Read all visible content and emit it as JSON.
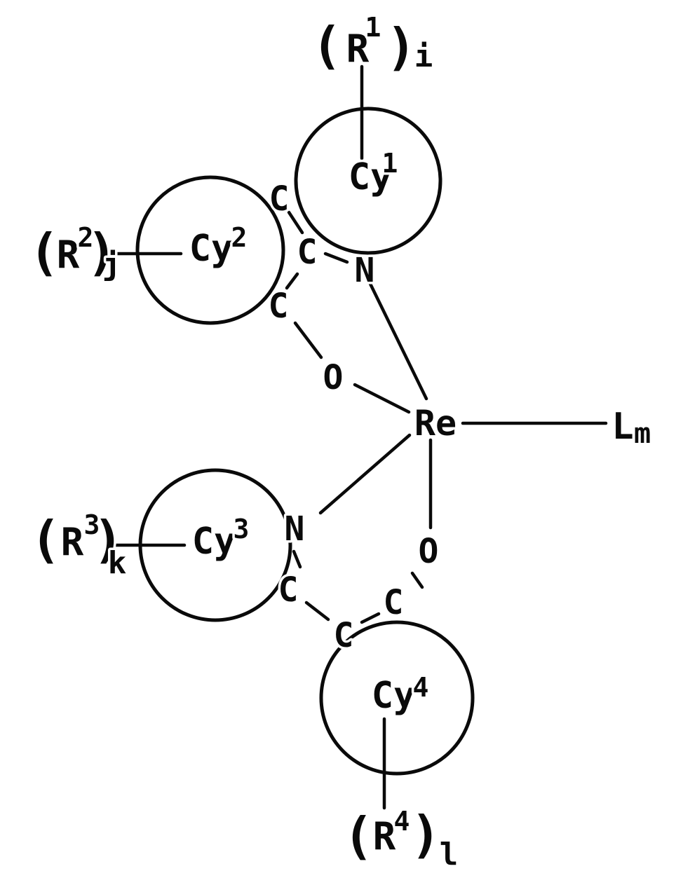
{
  "figure_type": "chemical-structure",
  "complex": {
    "metal": "Re",
    "ligand": {
      "base": "L",
      "sub": "m"
    },
    "rings": {
      "cy1": {
        "base": "Cy",
        "sup": "1"
      },
      "cy2": {
        "base": "Cy",
        "sup": "2"
      },
      "cy3": {
        "base": "Cy",
        "sup": "3"
      },
      "cy4": {
        "base": "Cy",
        "sup": "4"
      }
    },
    "substituents": {
      "r1": {
        "open": "(",
        "base": "R",
        "sup": "1",
        "close": ")",
        "sub": "i"
      },
      "r2": {
        "open": "(",
        "base": "R",
        "sup": "2",
        "close": ")",
        "sub": "j"
      },
      "r3": {
        "open": "(",
        "base": "R",
        "sup": "3",
        "close": ")",
        "sub": "k"
      },
      "r4": {
        "open": "(",
        "base": "R",
        "sup": "4",
        "close": ")",
        "sub": "l"
      }
    },
    "atoms": {
      "c_top": "C",
      "c_mid": "C",
      "c_bottom": "C",
      "n_upper": "N",
      "o_upper": "O",
      "n_lower": "N",
      "c_lower_left": "C",
      "c_lower_mid": "C",
      "c_lower_right": "C",
      "o_lower": "O"
    }
  }
}
